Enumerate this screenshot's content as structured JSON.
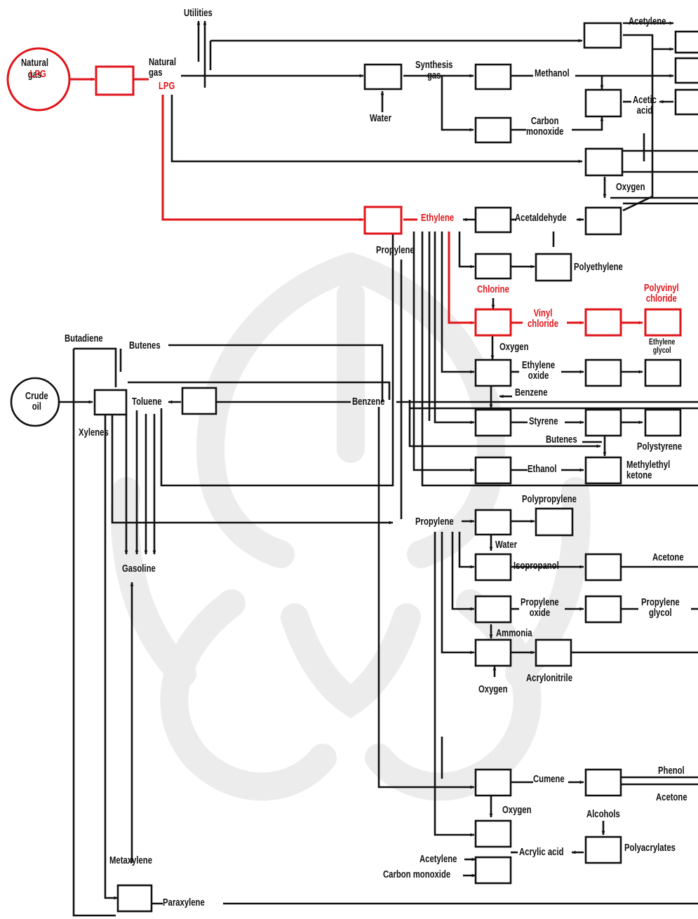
{
  "colors": {
    "ink": "#111111",
    "highlight": "#e0141a",
    "watermark": "#ececec"
  },
  "labels": {
    "utilities": "Utilities",
    "natural_gas_node": "Natural\ngas\n",
    "lpg_node": "LPG",
    "natural_gas": "Natural\ngas",
    "lpg": "LPG",
    "acetylene_top": "Acetylene",
    "synthesis_gas": "Synthesis\ngas",
    "methanol": "Methanol",
    "water_top": "Water",
    "carbon_monoxide_top": "Carbon\nmonoxide",
    "acetic_acid": "Acetic\nacid",
    "oxygen_top": "Oxygen",
    "ethylene": "Ethylene",
    "acetaldehyde": "Acetaldehyde",
    "propylene_upper": "Propylene",
    "polyethylene": "Polyethylene",
    "chlorine": "Chlorine",
    "vinyl_chloride": "Vinyl\nchloride",
    "polyvinyl_chloride": "Polyvinyl\nchloride",
    "ethylene_glycol": "Ethylene\nglycol",
    "oxygen_eo": "Oxygen",
    "ethylene_oxide": "Ethylene\noxide",
    "benzene_small": "Benzene",
    "styrene": "Styrene",
    "butenes_mid": "Butenes",
    "polystyrene": "Polystyrene",
    "ethanol": "Ethanol",
    "methylethyl_ketone": "Methylethyl\nketone",
    "butadiene": "Butadiene",
    "butenes_left": "Butenes",
    "crude_oil": "Crude\noil",
    "toluene": "Toluene",
    "benzene": "Benzene",
    "xylenes": "Xylenes",
    "gasoline": "Gasoline",
    "polypropylene": "Polypropylene",
    "propylene_lower": "Propylene",
    "water_pp": "Water",
    "isopropanol": "Isopropanol",
    "acetone_right": "Acetone",
    "propylene_oxide": "Propylene\noxide",
    "propylene_glycol": "Propylene\nglycol",
    "ammonia": "Ammonia",
    "acrylonitrile": "Acrylonitrile",
    "oxygen_an": "Oxygen",
    "cumene": "Cumene",
    "phenol": "Phenol",
    "acetone_cumene": "Acetone",
    "oxygen_aa": "Oxygen",
    "alcohols": "Alcohols",
    "acrylic_acid": "Acrylic acid",
    "polyacrylates": "Polyacrylates",
    "acetylene_bottom": "Acetylene",
    "carbon_monoxide_bottom": "Carbon monoxide",
    "metaxylene": "Metaxylene",
    "paraxylene": "Paraxylene"
  }
}
